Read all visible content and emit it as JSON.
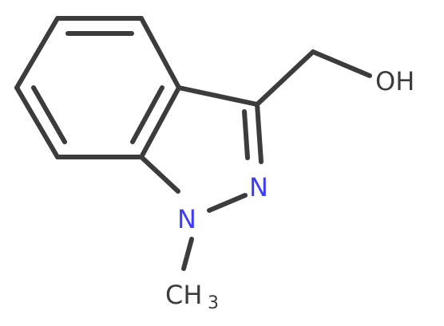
{
  "molecule": {
    "atoms": {
      "hydroxyl": "OH",
      "nitrogen_ring": "N",
      "nitrogen_methyl": "N",
      "methyl_base": "CH",
      "methyl_subscript": "3"
    },
    "colors": {
      "bond": "#3c3c3c",
      "carbon_oxygen_label": "#3c3c3c",
      "nitrogen_label": "#3d3dff",
      "background": "#ffffff"
    }
  }
}
